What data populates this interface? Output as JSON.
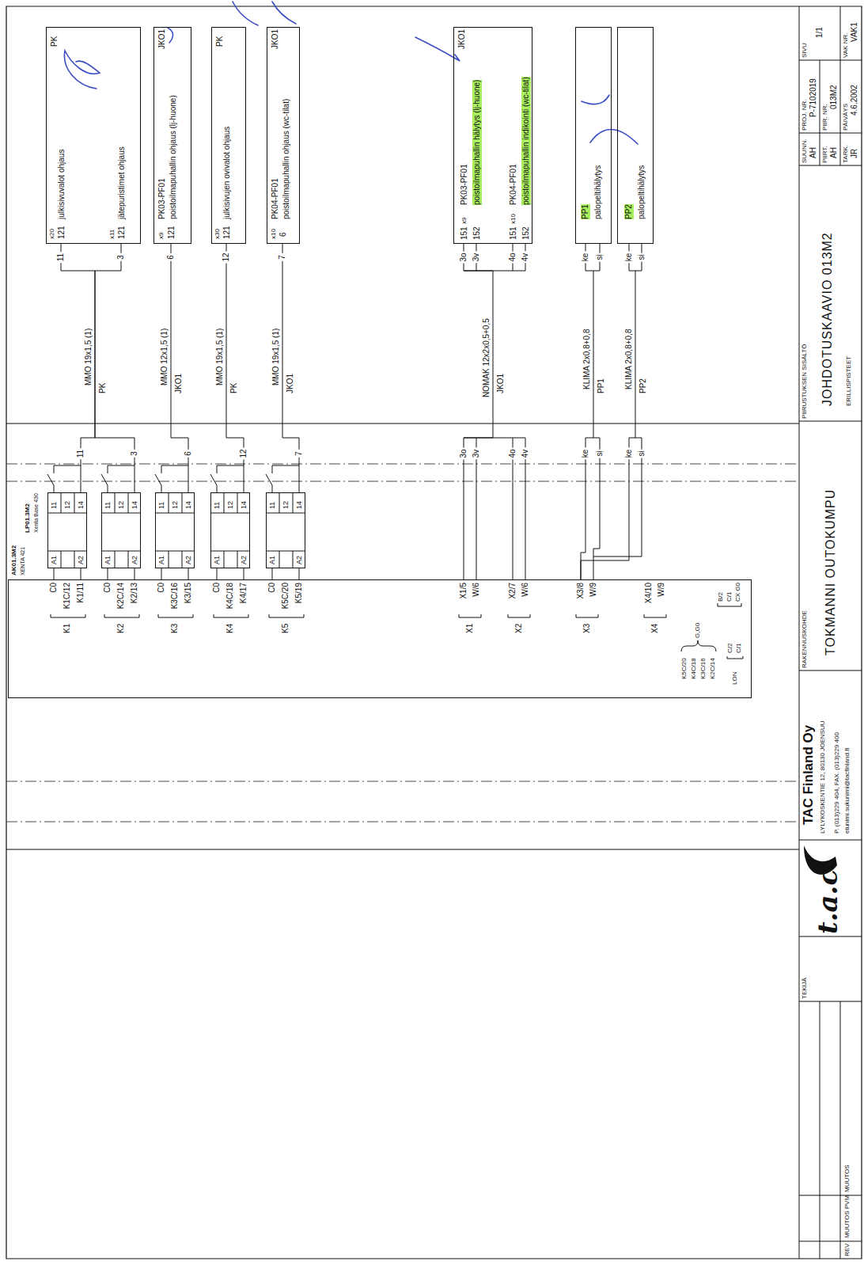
{
  "diagram": {
    "nodes": [
      {
        "text": [
          "PK",
          "x20",
          "121",
          "julkisivuvalot ohjaus",
          "x11",
          "121",
          "jätepuristimet ohjaus"
        ]
      },
      {
        "text": [
          "JKO1",
          "x9",
          "121",
          "PK03-PF01",
          "poistoilmapuhallin ohjaus (lj-huone)"
        ]
      },
      {
        "text": [
          "PK",
          "x30",
          "121",
          "julkisivujen ovivalot ohjaus"
        ]
      },
      {
        "text": [
          "JKO1",
          "x10",
          "6",
          "PK04-PF01",
          "poistoilmapuhallin ohjaus (wc-tilat)"
        ]
      },
      {
        "text": [
          "JKO1",
          "151",
          "x9",
          "PK03-PF01",
          "152",
          "poistoilmapuhallin hälytys (lj-huone)",
          "151",
          "x10",
          "PK04-PF01",
          "152",
          "poistoilmapuhallin indikointi (wc-tilat)"
        ]
      },
      {
        "text": [
          "PP1",
          "palopeltihälytys"
        ]
      },
      {
        "text": [
          "PP2",
          "palopeltihälytys"
        ]
      },
      {
        "text": [
          "11",
          "12",
          "14",
          "A1",
          "A2"
        ]
      },
      {
        "text": [
          "11",
          "12",
          "14",
          "A1",
          "A2"
        ]
      },
      {
        "text": [
          "11",
          "12",
          "14",
          "A1",
          "A2"
        ]
      },
      {
        "text": [
          "11",
          "12",
          "14",
          "A1",
          "A2"
        ]
      },
      {
        "text": [
          "11",
          "12",
          "14",
          "A1",
          "A2"
        ]
      },
      {
        "text": [
          "AK01.3M2",
          "XENTA 421"
        ]
      }
    ],
    "edges": [
      {
        "from": 0,
        "to": 7,
        "arrow": "none",
        "label": "MMO 19x1,5 (1)"
      },
      {
        "from": 0,
        "to": 8,
        "arrow": "none"
      },
      {
        "from": 1,
        "to": 9,
        "arrow": "none",
        "label": "MMO 12x1,5 (1)"
      },
      {
        "from": 2,
        "to": 10,
        "arrow": "none",
        "label": "MMO 19x1,5 (1)"
      },
      {
        "from": 3,
        "to": 11,
        "arrow": "none",
        "label": "MMO 19x1,5 (1)"
      },
      {
        "from": 4,
        "to": 12,
        "arrow": "none",
        "label": "NOMAK 12x2x0,5+0,5"
      },
      {
        "from": 5,
        "to": 12,
        "arrow": "none",
        "label": "KLIMA 2x0,8+0,8"
      },
      {
        "from": 6,
        "to": 12,
        "arrow": "none",
        "label": "KLIMA 2x0,8+0,8"
      },
      {
        "from": 7,
        "to": 12,
        "arrow": "none"
      },
      {
        "from": 8,
        "to": 12,
        "arrow": "none"
      },
      {
        "from": 9,
        "to": 12,
        "arrow": "none"
      },
      {
        "from": 10,
        "to": 12,
        "arrow": "none"
      },
      {
        "from": 11,
        "to": 12,
        "arrow": "none"
      }
    ],
    "labels": [
      "PK",
      "JKO1",
      "PK",
      "JKO1",
      "JKO1",
      "PP1",
      "PP2",
      "11",
      "3",
      "6",
      "12",
      "7",
      "3o",
      "3v",
      "4o",
      "4v",
      "ke",
      "si",
      "ke",
      "si",
      "11",
      "3",
      "6",
      "12",
      "7",
      "3o",
      "3v",
      "4o",
      "4v",
      "ke",
      "si",
      "ke",
      "si",
      "LP01.3M2",
      "Xenta Base 430",
      "C0",
      "K1C/12",
      "K1/11",
      "K1",
      "C0",
      "K2C/14",
      "K2/13",
      "K2",
      "C0",
      "K3C/16",
      "K3/15",
      "K3",
      "C0",
      "K4C/18",
      "K4/17",
      "K4",
      "C0",
      "K5C/20",
      "K5/19",
      "K5",
      "X1/5",
      "W/6",
      "X1",
      "X2/7",
      "W/6",
      "X2",
      "X3/8",
      "W/9",
      "X3",
      "X4/10",
      "W/9",
      "X4",
      "K5C/20",
      "K4C/18",
      "K3C/16",
      "K2C/14",
      "G,G0",
      "B/2",
      "C/1",
      "CX G0",
      "LON",
      "C/2",
      "C/1",
      "SUUNN.",
      "AH",
      "PIIRT.",
      "AH",
      "TARK.",
      "JR",
      "PROJ. NR.",
      "P-7102019",
      "PIIR. NR.",
      "013M2",
      "PÄIVÄYS",
      "4.6.2002",
      "SIVU",
      "1/1",
      "VAK NR.",
      "VAK1",
      "PIIRUSTUKSEN SISÄLTÖ",
      "JOHDOTUSKAAVIO 013M2",
      "ERILLISPISTEET",
      "RAKENNUSKOHDE",
      "TOKMANNI OUTOKUMPU",
      "TAC Finland Oy",
      "LYLYKOSKENTIE 12, 80130 JOENSUU",
      "P. (013)229 404, FAX. (013)229 400",
      "etunimi.sukunimi@tacfinland.fi",
      "t.a.c",
      "TEKIJÄ",
      "REV",
      "MUUTOS PVM",
      "MUUTOS"
    ]
  }
}
